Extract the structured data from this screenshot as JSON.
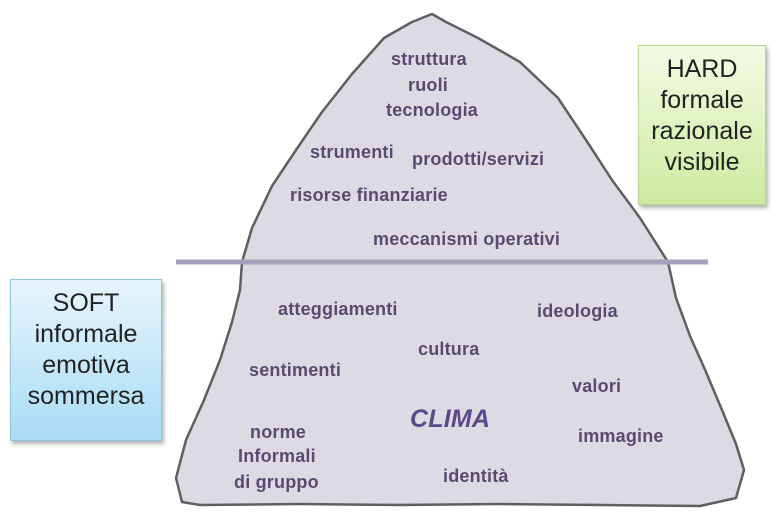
{
  "colors": {
    "iceberg_fill": "#dcdbe4",
    "iceberg_stroke": "#5f5f5f",
    "waterline": "#a9a0bb",
    "text": "#5a4a72",
    "hard_box": "#d8f0b0",
    "soft_box": "#b8e2f8"
  },
  "above_water": {
    "words": [
      "struttura",
      "ruoli",
      "tecnologia",
      "strumenti",
      "prodotti/servizi",
      "risorse finanziarie",
      "meccanismi operativi"
    ]
  },
  "below_water": {
    "words": [
      "atteggiamenti",
      "ideologia",
      "cultura",
      "sentimenti",
      "valori",
      "CLIMA",
      "norme",
      "Informali",
      "di gruppo",
      "immagine",
      "identità"
    ]
  },
  "hard_box": {
    "lines": [
      "HARD",
      "formale",
      "razionale",
      "visibile"
    ]
  },
  "soft_box": {
    "lines": [
      "SOFT",
      "informale",
      "emotiva",
      "sommersa"
    ]
  }
}
